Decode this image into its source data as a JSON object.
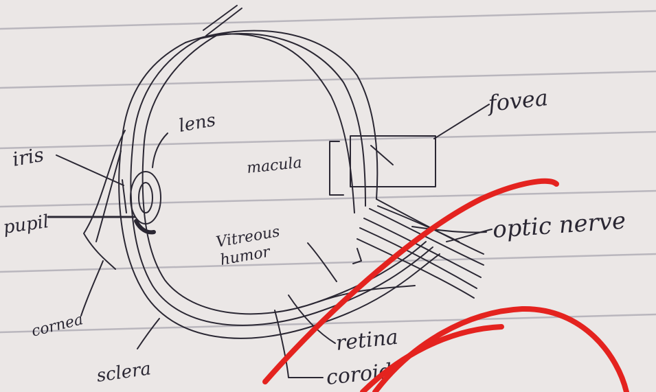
{
  "diagram": {
    "labels": {
      "fovea": "fovea",
      "lens": "lens",
      "iris": "iris",
      "macula": "macula",
      "pupil": "pupil",
      "optic_nerve": "optic nerve",
      "vitreous_humor_line1": "Vitreous",
      "vitreous_humor_line2": "humor",
      "cornea": "cornea",
      "retina": "retina",
      "sclera": "sclera",
      "choroid": "coroid"
    },
    "colors": {
      "paper": "#ebe7e6",
      "ruled_line": "#b9b6bd",
      "ink": "#2a2733",
      "annotation": "#e4231f"
    }
  }
}
